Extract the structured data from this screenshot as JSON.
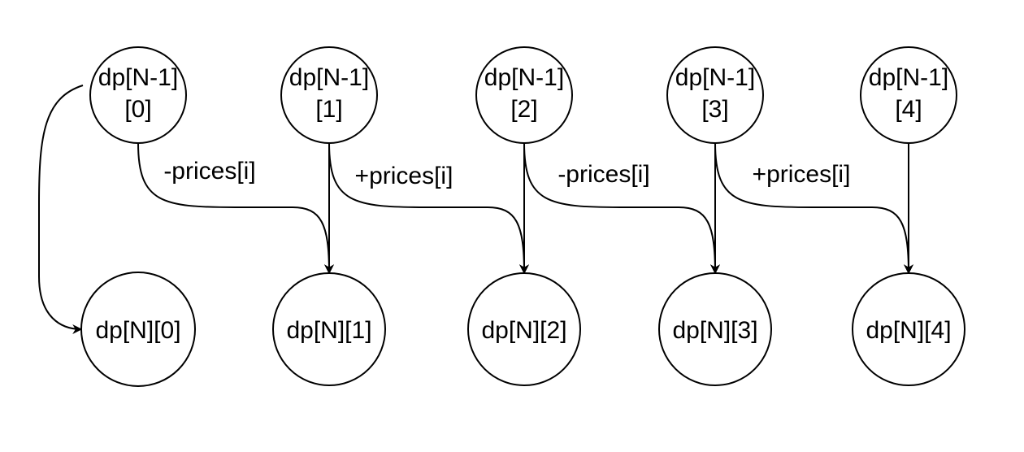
{
  "diagram": {
    "top_nodes": [
      {
        "line1": "dp[N-1]",
        "line2": "[0]"
      },
      {
        "line1": "dp[N-1]",
        "line2": "[1]"
      },
      {
        "line1": "dp[N-1]",
        "line2": "[2]"
      },
      {
        "line1": "dp[N-1]",
        "line2": "[3]"
      },
      {
        "line1": "dp[N-1]",
        "line2": "[4]"
      }
    ],
    "bottom_nodes": [
      {
        "label": "dp[N][0]"
      },
      {
        "label": "dp[N][1]"
      },
      {
        "label": "dp[N][2]"
      },
      {
        "label": "dp[N][3]"
      },
      {
        "label": "dp[N][4]"
      }
    ],
    "edge_labels": [
      "-prices[i]",
      "+prices[i]",
      "-prices[i]",
      "+prices[i]"
    ],
    "colors": {
      "stroke": "#000000",
      "fill": "#ffffff",
      "background": "#ffffff"
    }
  }
}
